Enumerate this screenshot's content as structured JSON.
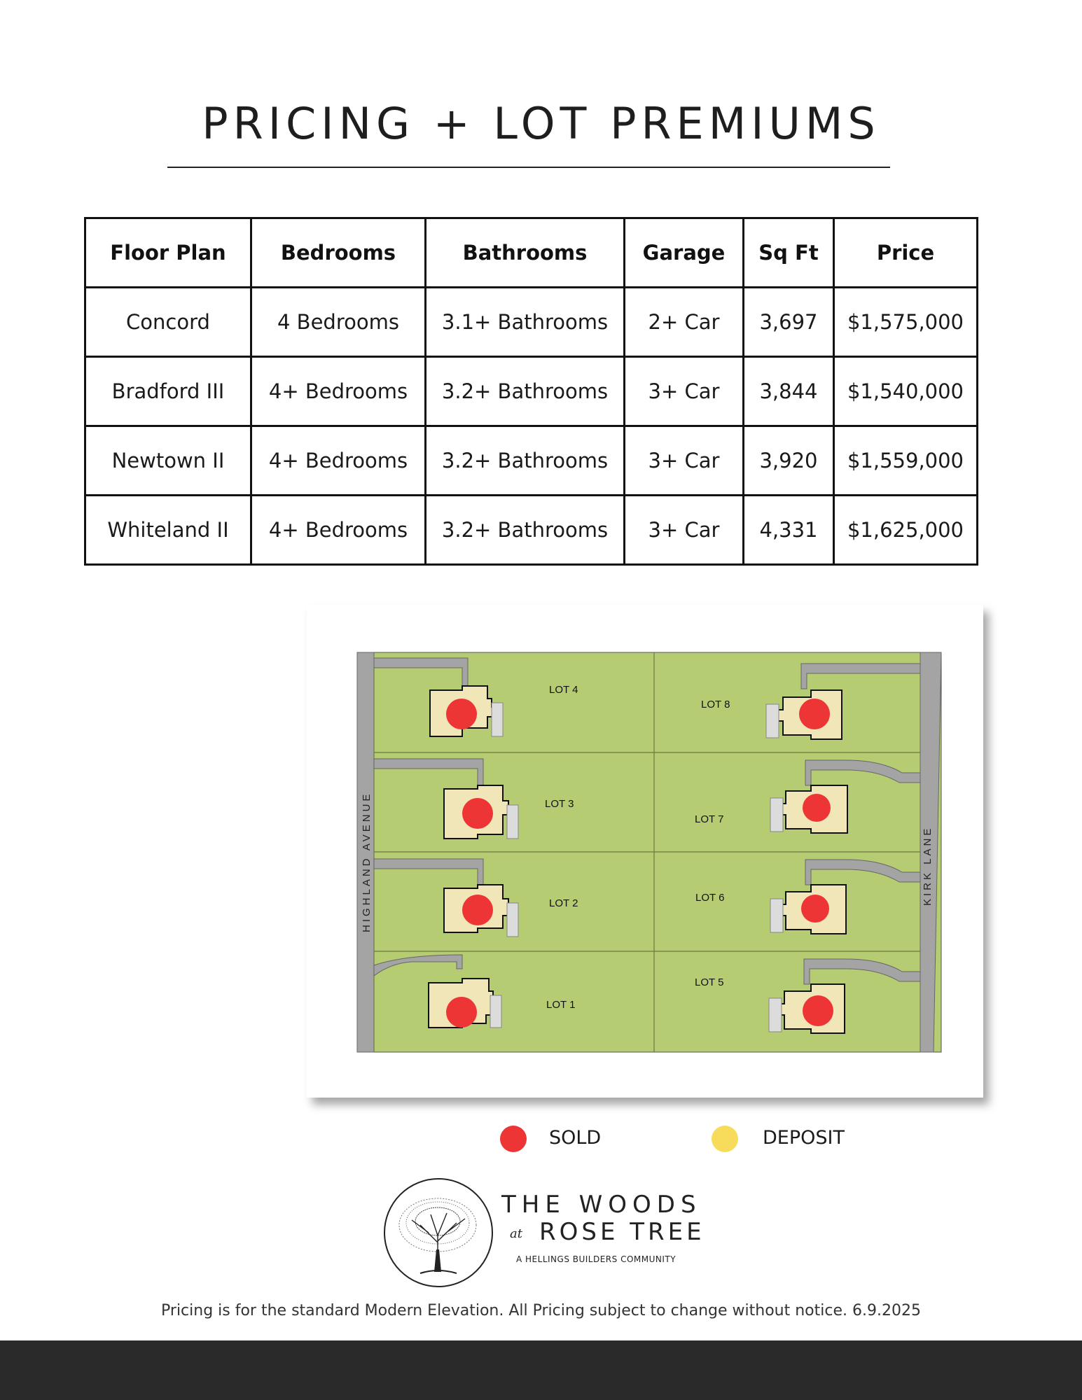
{
  "title": "PRICING + LOT PREMIUMS",
  "table": {
    "headers": [
      "Floor Plan",
      "Bedrooms",
      "Bathrooms",
      "Garage",
      "Sq Ft",
      "Price"
    ],
    "rows": [
      [
        "Concord",
        "4 Bedrooms",
        "3.1+ Bathrooms",
        "2+ Car",
        "3,697",
        "$1,575,000"
      ],
      [
        "Bradford III",
        "4+ Bedrooms",
        "3.2+ Bathrooms",
        "3+ Car",
        "3,844",
        "$1,540,000"
      ],
      [
        "Newtown II",
        "4+ Bedrooms",
        "3.2+ Bathrooms",
        "3+ Car",
        "3,920",
        "$1,559,000"
      ],
      [
        "Whiteland II",
        "4+ Bedrooms",
        "3.2+ Bathrooms",
        "3+ Car",
        "4,331",
        "$1,625,000"
      ]
    ]
  },
  "site_map": {
    "streets": {
      "west": "HIGHLAND AVENUE",
      "east": "KIRK LANE"
    },
    "lots": [
      {
        "label": "LOT 1",
        "status": "sold"
      },
      {
        "label": "LOT 2",
        "status": "sold"
      },
      {
        "label": "LOT 3",
        "status": "sold"
      },
      {
        "label": "LOT 4",
        "status": "sold"
      },
      {
        "label": "LOT 5",
        "status": "sold"
      },
      {
        "label": "LOT 6",
        "status": "sold"
      },
      {
        "label": "LOT 7",
        "status": "sold"
      },
      {
        "label": "LOT 8",
        "status": "sold"
      }
    ],
    "colors": {
      "grass": "#b5cc72",
      "road": "#a4a4a4",
      "house": "#f1e6b8",
      "sold": "#ee3535",
      "deposit": "#f7dc5c"
    }
  },
  "legend": {
    "sold": {
      "label": "SOLD",
      "color": "#ee3535"
    },
    "deposit": {
      "label": "DEPOSIT",
      "color": "#f7dc5c"
    }
  },
  "brand": {
    "line1": "THE WOODS",
    "at": "at",
    "line2": "ROSE TREE",
    "tagline": "A HELLINGS BUILDERS COMMUNITY",
    "icon": "tree-logo-icon"
  },
  "disclaimer": "Pricing is for the standard Modern Elevation. All Pricing subject to change without notice. 6.9.2025"
}
